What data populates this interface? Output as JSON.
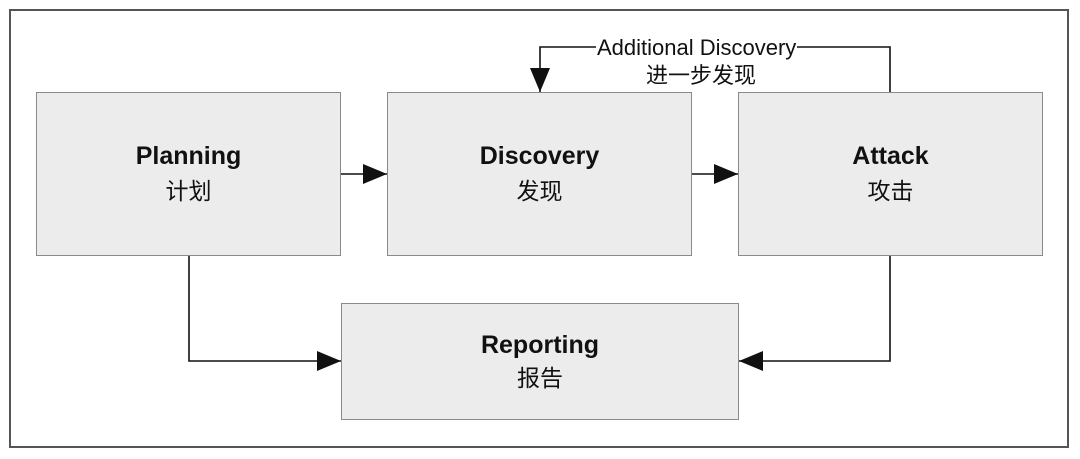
{
  "diagram": {
    "boxes": {
      "planning": {
        "label": "Planning",
        "label_zh": "计划"
      },
      "discovery": {
        "label": "Discovery",
        "label_zh": "发现"
      },
      "attack": {
        "label": "Attack",
        "label_zh": "攻击"
      },
      "reporting": {
        "label": "Reporting",
        "label_zh": "报告"
      }
    },
    "loop_label": "Additional Discovery",
    "loop_label_zh": "进一步发现",
    "edges": [
      {
        "from": "planning",
        "to": "discovery"
      },
      {
        "from": "discovery",
        "to": "attack"
      },
      {
        "from": "attack",
        "to": "discovery",
        "label": "Additional Discovery"
      },
      {
        "from": "planning",
        "to": "reporting"
      },
      {
        "from": "attack",
        "to": "reporting"
      }
    ],
    "colors": {
      "box_fill": "#ececec",
      "box_border": "#8a8a8a",
      "line": "#111111"
    }
  }
}
